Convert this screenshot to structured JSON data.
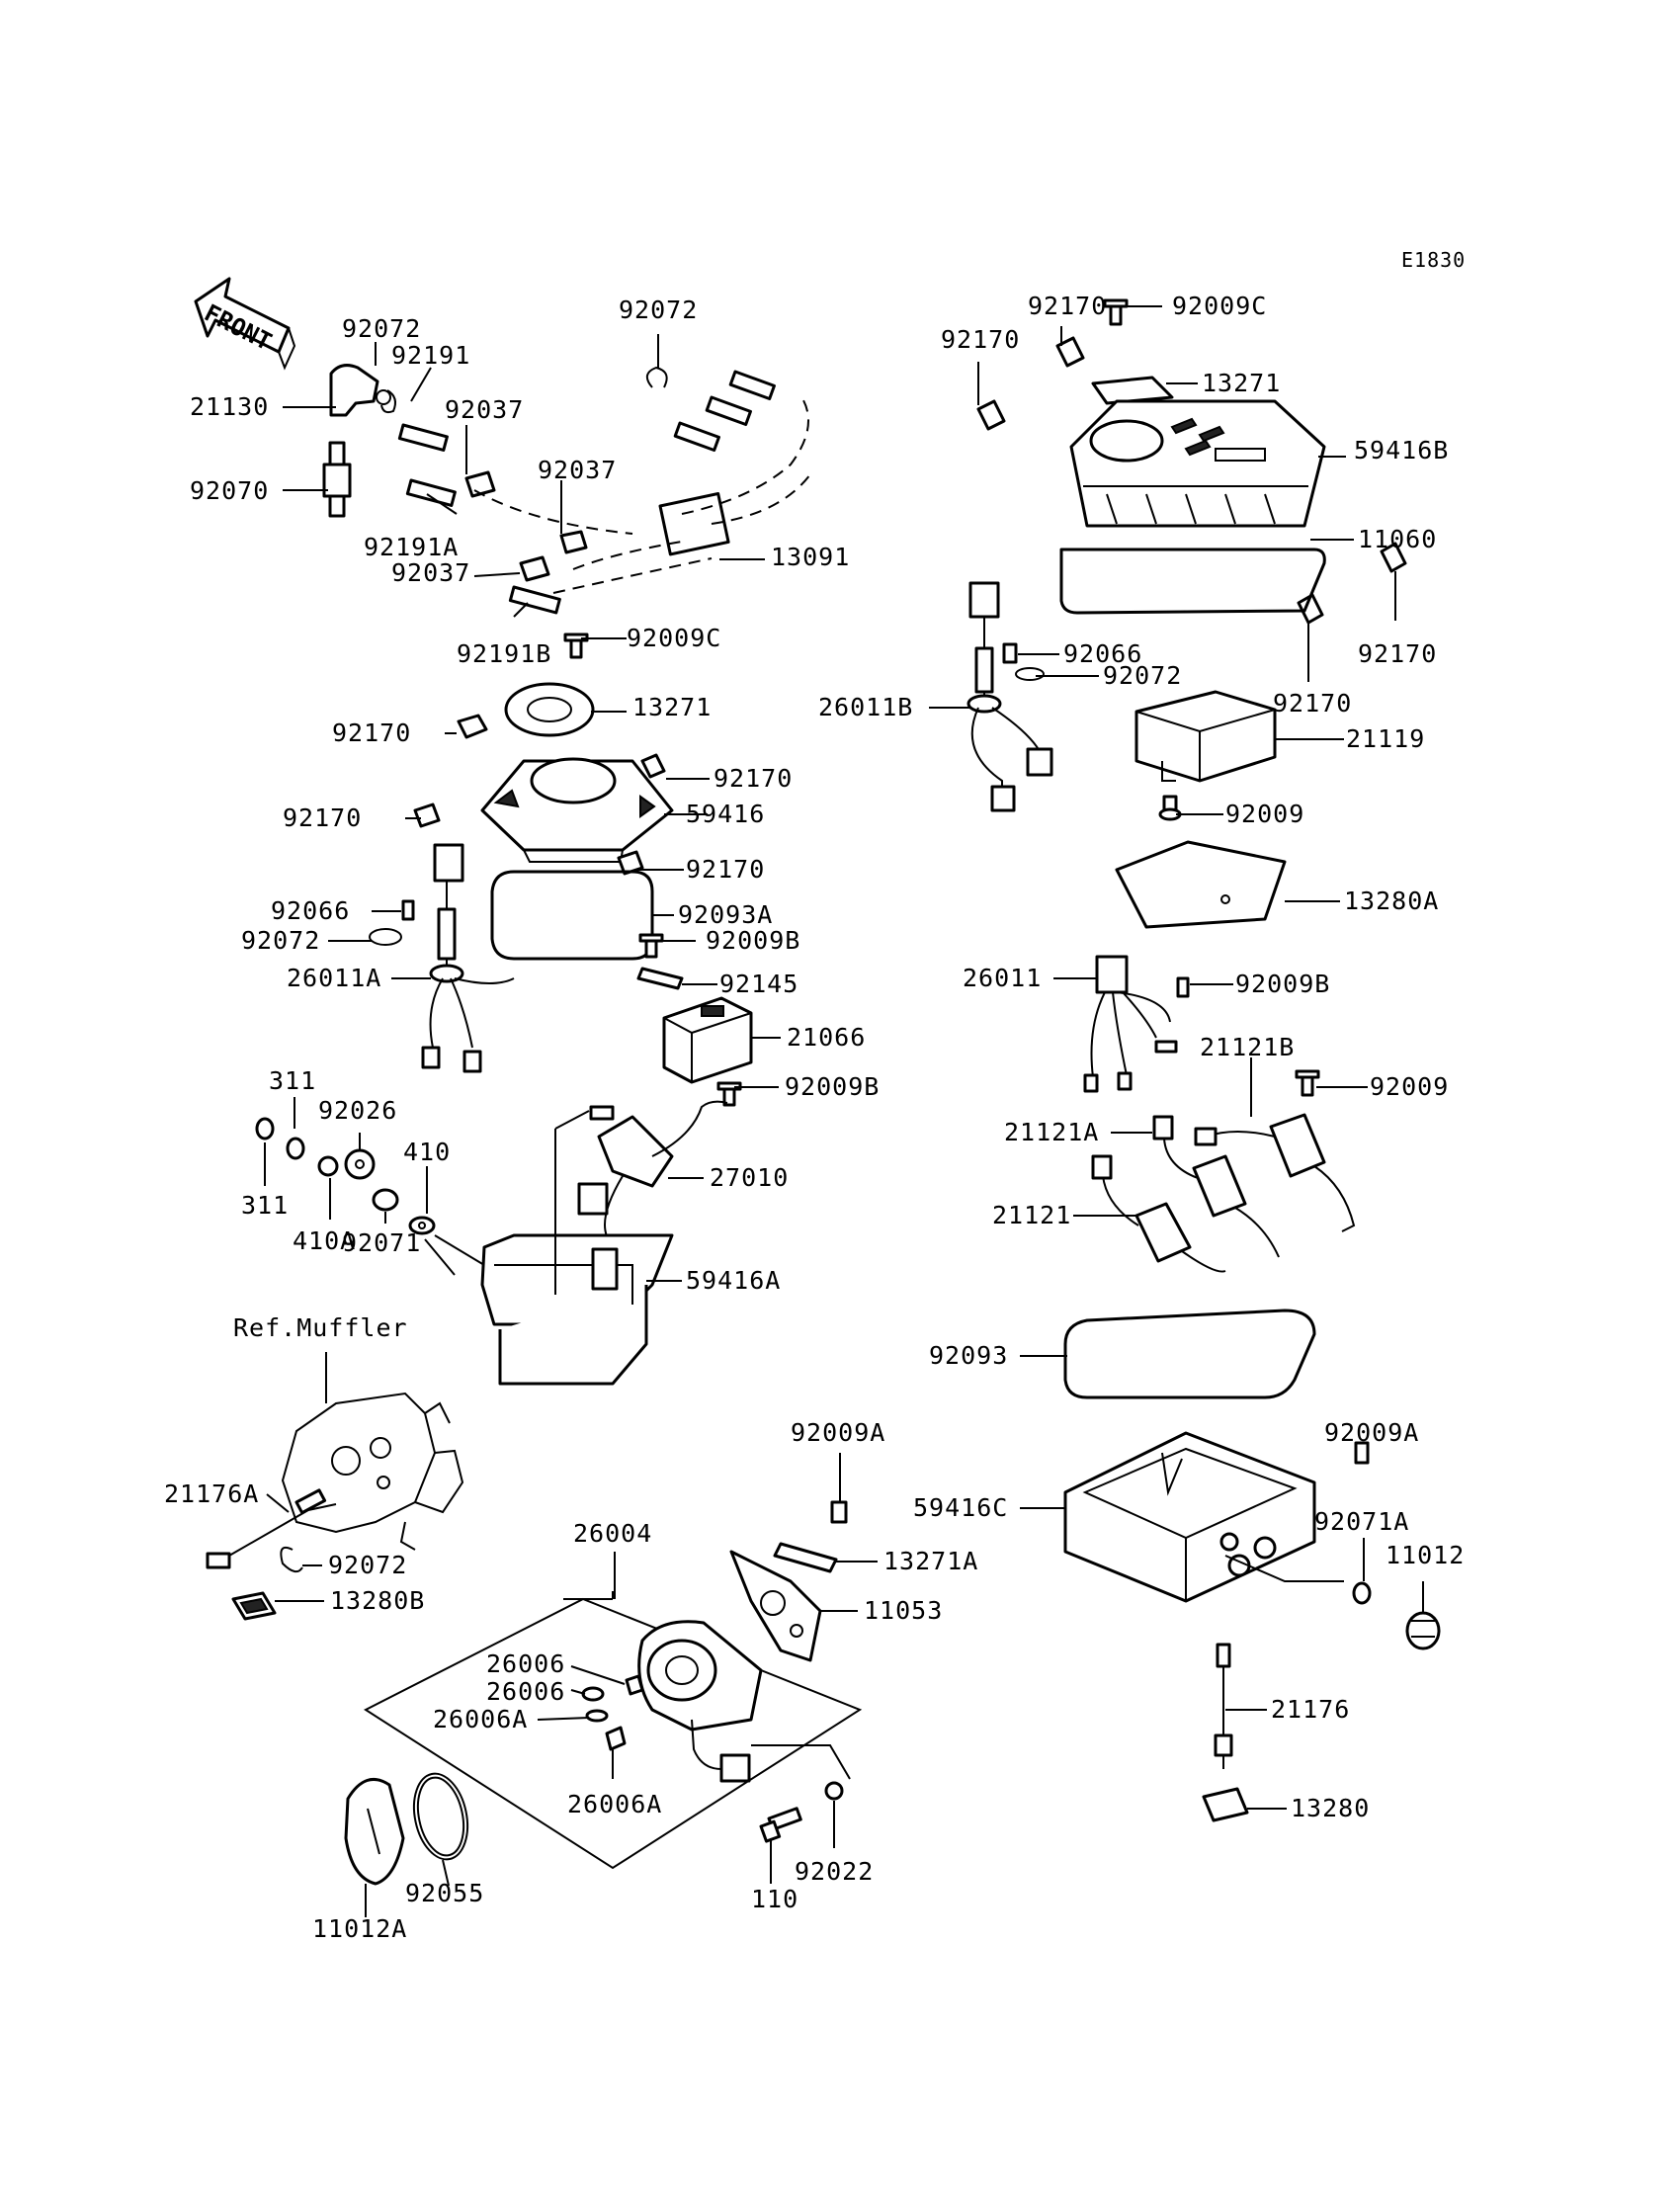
{
  "diagram_code": "E1830",
  "front_label": "FRONT",
  "reference_note": "Ref.Muffler",
  "labels": [
    {
      "id": "l01",
      "text": "92072"
    },
    {
      "id": "l02",
      "text": "92191"
    },
    {
      "id": "l03",
      "text": "21130"
    },
    {
      "id": "l04",
      "text": "92037"
    },
    {
      "id": "l05",
      "text": "92072"
    },
    {
      "id": "l06",
      "text": "92070"
    },
    {
      "id": "l07",
      "text": "92037"
    },
    {
      "id": "l08",
      "text": "92191A"
    },
    {
      "id": "l09",
      "text": "92037"
    },
    {
      "id": "l10",
      "text": "13091"
    },
    {
      "id": "l11",
      "text": "92191B"
    },
    {
      "id": "l12",
      "text": "92009C"
    },
    {
      "id": "l13",
      "text": "13271"
    },
    {
      "id": "l14",
      "text": "92170"
    },
    {
      "id": "l15",
      "text": "92170"
    },
    {
      "id": "l16",
      "text": "92170"
    },
    {
      "id": "l17",
      "text": "59416"
    },
    {
      "id": "l18",
      "text": "92170"
    },
    {
      "id": "l19",
      "text": "92066"
    },
    {
      "id": "l20",
      "text": "92093A"
    },
    {
      "id": "l21",
      "text": "92072"
    },
    {
      "id": "l22",
      "text": "92009B"
    },
    {
      "id": "l23",
      "text": "26011A"
    },
    {
      "id": "l24",
      "text": "92145"
    },
    {
      "id": "l25",
      "text": "21066"
    },
    {
      "id": "l26",
      "text": "311"
    },
    {
      "id": "l27",
      "text": "92026"
    },
    {
      "id": "l28",
      "text": "92009B"
    },
    {
      "id": "l29",
      "text": "410"
    },
    {
      "id": "l30",
      "text": "27010"
    },
    {
      "id": "l31",
      "text": "311"
    },
    {
      "id": "l32",
      "text": "410A"
    },
    {
      "id": "l33",
      "text": "92071"
    },
    {
      "id": "l34",
      "text": "59416A"
    },
    {
      "id": "l35",
      "text": "21176A"
    },
    {
      "id": "l36",
      "text": "92072"
    },
    {
      "id": "l37",
      "text": "13280B"
    },
    {
      "id": "l38",
      "text": "26004"
    },
    {
      "id": "l39",
      "text": "92009A"
    },
    {
      "id": "l40",
      "text": "13271A"
    },
    {
      "id": "l41",
      "text": "11053"
    },
    {
      "id": "l42",
      "text": "26006"
    },
    {
      "id": "l43",
      "text": "26006"
    },
    {
      "id": "l44",
      "text": "26006A"
    },
    {
      "id": "l45",
      "text": "26006A"
    },
    {
      "id": "l46",
      "text": "92055"
    },
    {
      "id": "l47",
      "text": "11012A"
    },
    {
      "id": "l48",
      "text": "110"
    },
    {
      "id": "l49",
      "text": "92022"
    },
    {
      "id": "l50",
      "text": "92170"
    },
    {
      "id": "l51",
      "text": "92009C"
    },
    {
      "id": "l52",
      "text": "92170"
    },
    {
      "id": "l53",
      "text": "13271"
    },
    {
      "id": "l54",
      "text": "59416B"
    },
    {
      "id": "l55",
      "text": "11060"
    },
    {
      "id": "l56",
      "text": "92066"
    },
    {
      "id": "l57",
      "text": "92072"
    },
    {
      "id": "l58",
      "text": "92170"
    },
    {
      "id": "l59",
      "text": "26011B"
    },
    {
      "id": "l60",
      "text": "92170"
    },
    {
      "id": "l61",
      "text": "21119"
    },
    {
      "id": "l62",
      "text": "92009"
    },
    {
      "id": "l63",
      "text": "13280A"
    },
    {
      "id": "l64",
      "text": "26011"
    },
    {
      "id": "l65",
      "text": "92009B"
    },
    {
      "id": "l66",
      "text": "21121B"
    },
    {
      "id": "l67",
      "text": "92009"
    },
    {
      "id": "l68",
      "text": "21121A"
    },
    {
      "id": "l69",
      "text": "21121"
    },
    {
      "id": "l70",
      "text": "92093"
    },
    {
      "id": "l71",
      "text": "92009A"
    },
    {
      "id": "l72",
      "text": "59416C"
    },
    {
      "id": "l73",
      "text": "92071A"
    },
    {
      "id": "l74",
      "text": "11012"
    },
    {
      "id": "l75",
      "text": "21176"
    },
    {
      "id": "l76",
      "text": "13280"
    }
  ]
}
